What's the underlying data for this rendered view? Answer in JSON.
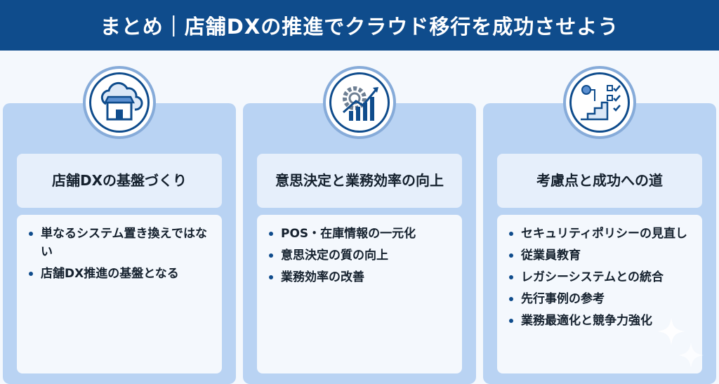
{
  "header": {
    "title": "まとめ｜店舗DXの推進でクラウド移行を成功させよう"
  },
  "cards": [
    {
      "icon": "cloud-store-icon",
      "heading": "店舗DXの基盤づくり",
      "items": [
        "単なるシステム置き換えではない",
        "店舗DX推進の基盤となる"
      ]
    },
    {
      "icon": "gear-growth-chart-icon",
      "heading": "意思決定と業務効率の向上",
      "items": [
        "POS・在庫情報の一元化",
        "意思決定の質の向上",
        "業務効率の改善"
      ]
    },
    {
      "icon": "stairs-checklist-icon",
      "heading": "考慮点と成功への道",
      "items": [
        "セキュリティポリシーの見直し",
        "従業員教育",
        "レガシーシステムとの統合",
        "先行事例の参考",
        "業務最適化と競争力強化"
      ]
    }
  ],
  "colors": {
    "primary": "#0f4c8c",
    "card": "#b9d3f3",
    "heading_bg": "#e6effb",
    "body_bg": "#f4f8fd"
  }
}
